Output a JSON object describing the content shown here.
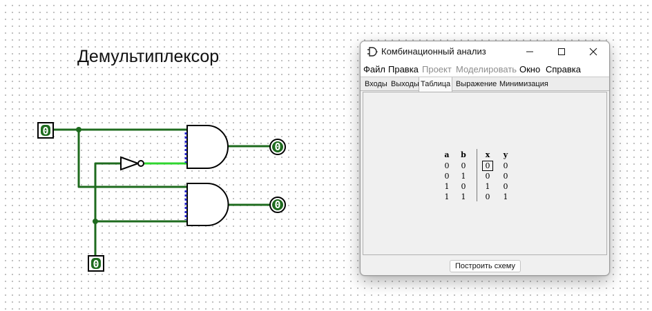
{
  "canvas": {
    "title": "Демультиплексор",
    "input_a_value": "0",
    "input_b_value": "0",
    "output_x_value": "0",
    "output_y_value": "0"
  },
  "colors": {
    "wire": "#1e6b1e",
    "wire_highlight": "#2fd62f",
    "gate_stroke": "#000000",
    "gate_input_stub": "#2323d0",
    "pin_fill": "#1e6b1e"
  },
  "window": {
    "title": "Комбинационный анализ",
    "menu": [
      "Файл",
      "Правка",
      "Проект",
      "Моделировать",
      "Окно",
      "Справка"
    ],
    "menu_disabled": [
      "Проект",
      "Моделировать"
    ],
    "tabs": [
      "Входы",
      "Выходы",
      "Таблица",
      "Выражение",
      "Минимизация"
    ],
    "active_tab": "Таблица",
    "truth_table": {
      "inputs": [
        "a",
        "b"
      ],
      "outputs": [
        "x",
        "y"
      ],
      "rows": [
        [
          "0",
          "0",
          "0",
          "0"
        ],
        [
          "0",
          "1",
          "0",
          "0"
        ],
        [
          "1",
          "0",
          "1",
          "0"
        ],
        [
          "1",
          "1",
          "0",
          "1"
        ]
      ]
    },
    "build_button": "Построить схему",
    "icons": {
      "app": "logisim-gate-icon",
      "minimize": "minimize-icon",
      "maximize": "maximize-icon",
      "close": "close-icon"
    }
  }
}
